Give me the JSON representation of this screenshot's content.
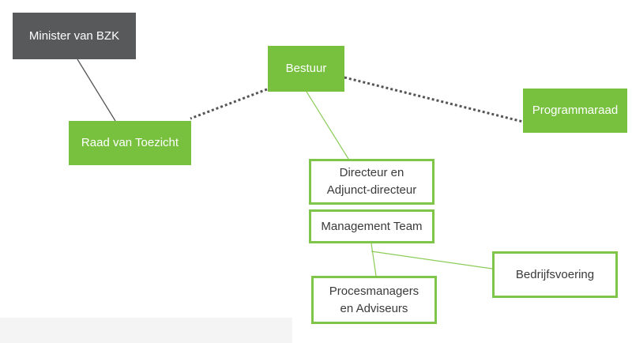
{
  "diagram": {
    "nodes": {
      "minister": "Minister van BZK",
      "bestuur": "Bestuur",
      "raad": "Raad van Toezicht",
      "programmaraad": "Programmaraad",
      "directeur_line1": "Directeur en",
      "directeur_line2": "Adjunct-directeur",
      "management": "Management Team",
      "bedrijfsvoering": "Bedrijfsvoering",
      "procesmanagers_line1": "Procesmanagers",
      "procesmanagers_line2": "en Adviseurs"
    },
    "colors": {
      "green_fill": "#77c13f",
      "green_outline": "#7fc54a",
      "dark_fill": "#58595b",
      "connector_dark": "#555555",
      "connector_green": "#8ccc5a"
    }
  }
}
